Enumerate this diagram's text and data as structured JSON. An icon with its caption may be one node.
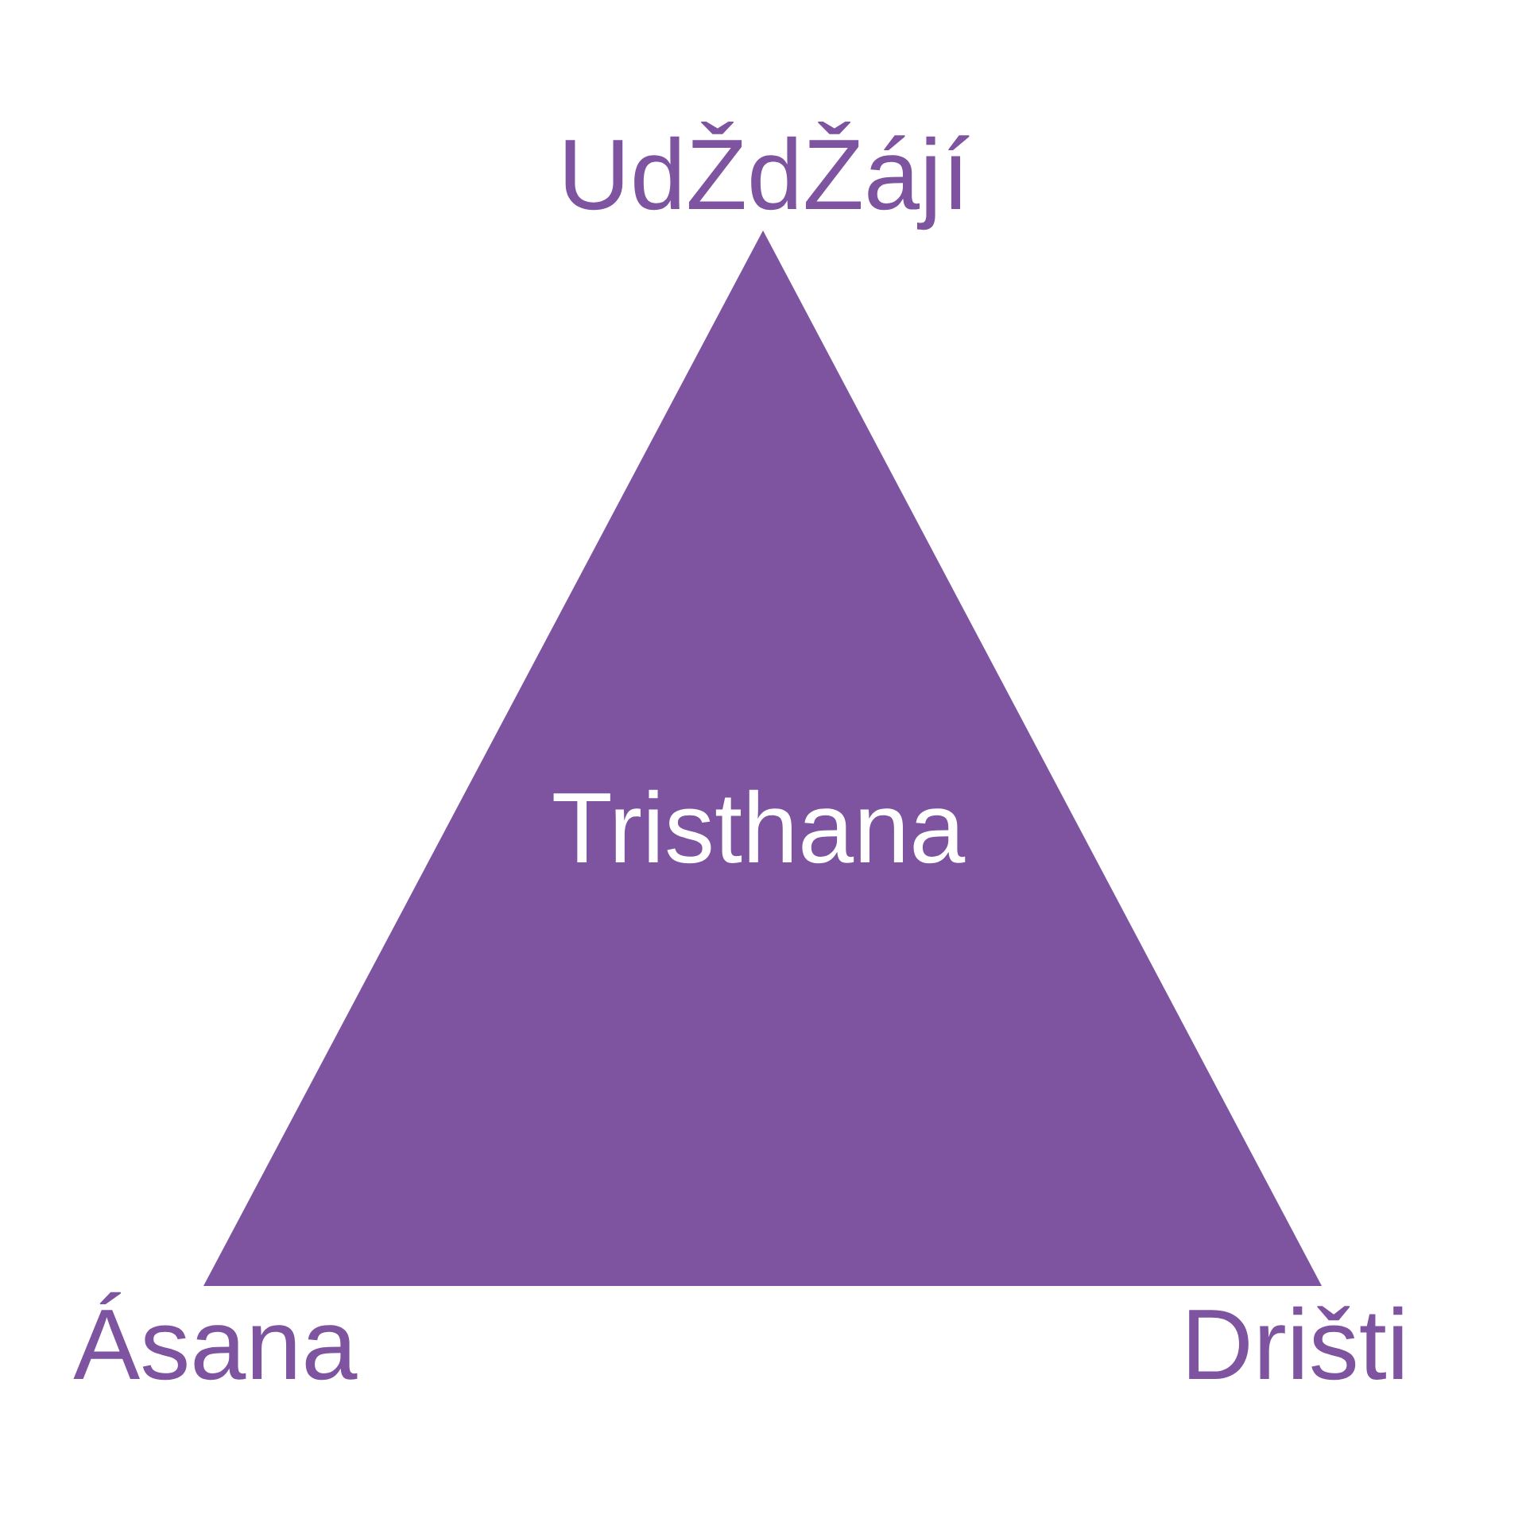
{
  "diagram": {
    "nodes": [
      {
        "text": [
          "Tristhana"
        ]
      }
    ],
    "labels": [
      "UdŽdŽájí",
      "Ásana",
      "Drišti"
    ]
  }
}
